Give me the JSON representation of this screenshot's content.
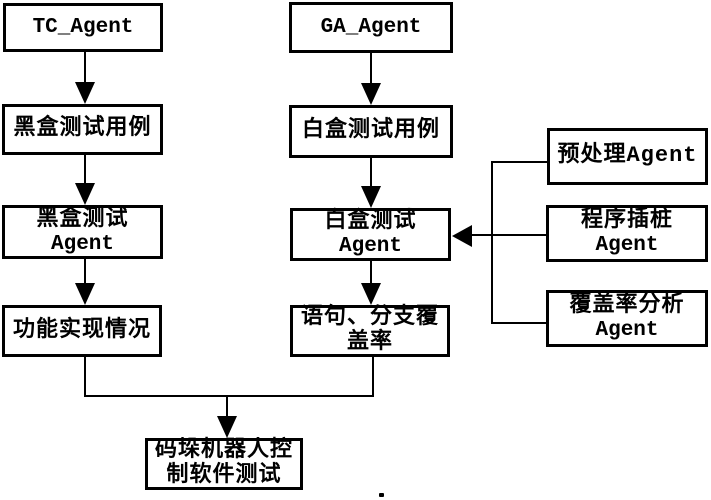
{
  "colors": {
    "ink": "#000000",
    "background": "#ffffff"
  },
  "nodes": {
    "tc_agent": {
      "label": "TC_Agent"
    },
    "black_box_cases": {
      "label": "黑盒测试用例"
    },
    "black_box_agent": {
      "lines": [
        "黑盒测试",
        "Agent"
      ]
    },
    "function_result": {
      "label": "功能实现情况"
    },
    "ga_agent": {
      "label": "GA_Agent"
    },
    "white_box_cases": {
      "label": "白盒测试用例"
    },
    "white_box_agent": {
      "lines": [
        "白盒测试",
        "Agent"
      ]
    },
    "coverage_result": {
      "lines": [
        "语句、分支覆",
        "盖率"
      ]
    },
    "preprocess_agent": {
      "label": "预处理Agent"
    },
    "instrumentation_agent": {
      "lines": [
        "程序插桩",
        "Agent"
      ]
    },
    "coverage_analysis_agent": {
      "lines": [
        "覆盖率分析",
        "Agent"
      ]
    },
    "final_test": {
      "lines": [
        "码垛机器人控",
        "制软件测试"
      ]
    }
  },
  "edges": [
    {
      "from": "TC_Agent",
      "to": "黑盒测试用例"
    },
    {
      "from": "黑盒测试用例",
      "to": "黑盒测试Agent"
    },
    {
      "from": "黑盒测试Agent",
      "to": "功能实现情况"
    },
    {
      "from": "GA_Agent",
      "to": "白盒测试用例"
    },
    {
      "from": "白盒测试用例",
      "to": "白盒测试Agent"
    },
    {
      "from": "白盒测试Agent",
      "to": "语句、分支覆盖率"
    },
    {
      "from": "预处理Agent/程序插桩Agent/覆盖率分析Agent",
      "to": "白盒测试Agent"
    },
    {
      "from": "功能实现情况+语句、分支覆盖率",
      "to": "码垛机器人控制软件测试"
    }
  ]
}
